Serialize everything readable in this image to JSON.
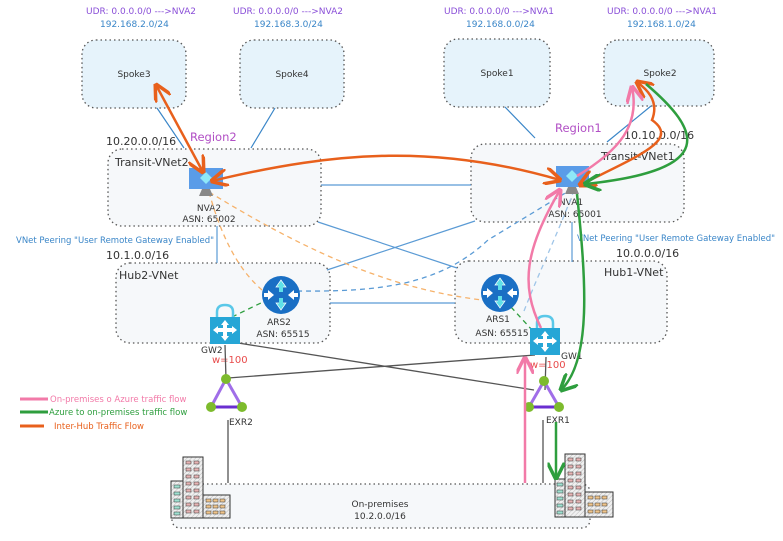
{
  "spokes": [
    {
      "name": "Spoke3",
      "udr": "UDR: 0.0.0.0/0 --->NVA2",
      "cidr": "192.168.2.0/24"
    },
    {
      "name": "Spoke4",
      "udr": "UDR: 0.0.0.0/0 --->NVA2",
      "cidr": "192.168.3.0/24"
    },
    {
      "name": "Spoke1",
      "udr": "UDR: 0.0.0.0/0 --->NVA1",
      "cidr": "192.168.0.0/24"
    },
    {
      "name": "Spoke2",
      "udr": "UDR: 0.0.0.0/0 --->NVA1",
      "cidr": "192.168.1.0/24"
    }
  ],
  "regions": {
    "region1": "Region1",
    "region2": "Region2"
  },
  "transit": {
    "vnet2": {
      "name": "Transit-VNet2",
      "cidr": "10.20.0.0/16",
      "nva": "NVA2",
      "asn": "ASN: 65002"
    },
    "vnet1": {
      "name": "Transit-VNet1",
      "cidr": "10.10.0.0/16",
      "nva": "NVA1",
      "asn": "ASN: 65001"
    }
  },
  "peering": {
    "left": "VNet Peering \"User Remote Gateway Enabled\"",
    "right": "VNet Peering \"User Remote Gateway Enabled\""
  },
  "hubs": {
    "hub2": {
      "name": "Hub2-VNet",
      "cidr": "10.1.0.0/16",
      "ars": "ARS2",
      "asn": "ASN: 65515",
      "gw": "GW2",
      "weight": "w=100"
    },
    "hub1": {
      "name": "Hub1-VNet",
      "cidr": "10.0.0.0/16",
      "ars": "ARS1",
      "asn": "ASN: 65515",
      "gw": "GW1",
      "weight": "w=100"
    }
  },
  "expressroute": {
    "exr2": "EXR2",
    "exr1": "EXR1"
  },
  "onprem": {
    "name": "On-premises",
    "cidr": "10.2.0.0/16"
  },
  "legend": [
    {
      "label": "On-premises o Azure traffic flow",
      "color": "#f27aa8"
    },
    {
      "label": "Azure to on-premises traffic flow",
      "color": "#2e9e3e"
    },
    {
      "label": "Inter-Hub Traffic Flow",
      "color": "#e8601c"
    }
  ],
  "colors": {
    "pink": "#f27aa8",
    "green": "#2e9e3e",
    "orange": "#e8601c",
    "peering": "#3a86c8",
    "udr": "#8a4fd8",
    "region": "#b14fc5",
    "weight": "#e84a4a"
  }
}
